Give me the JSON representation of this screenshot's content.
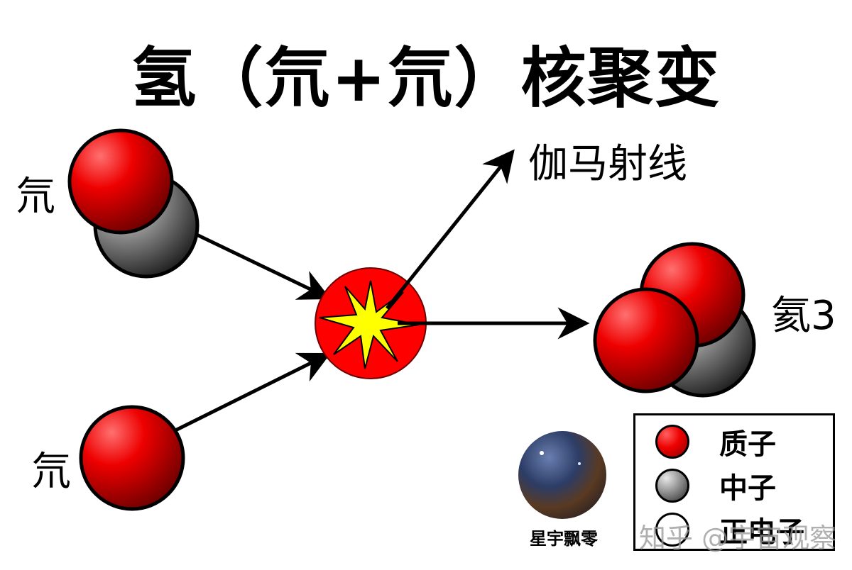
{
  "title": "氢（氘+氘）核聚变",
  "labels": {
    "deuterium_top": "氘",
    "deuterium_bottom": "氘",
    "gamma_ray": "伽马射线",
    "helium3": "氦3"
  },
  "legend": {
    "items": [
      {
        "label": "质子",
        "swatch": "red"
      },
      {
        "label": "中子",
        "swatch": "grey"
      },
      {
        "label": "正电子",
        "swatch": "white"
      }
    ]
  },
  "author_signature": "星宇飘零",
  "watermark": "知乎 @宇宙观察",
  "colors": {
    "proton": "#ee0000",
    "neutron": "#808080",
    "flash_core": "#ffff00",
    "reaction_sphere": "#ff0000",
    "arrow": "#000000"
  }
}
